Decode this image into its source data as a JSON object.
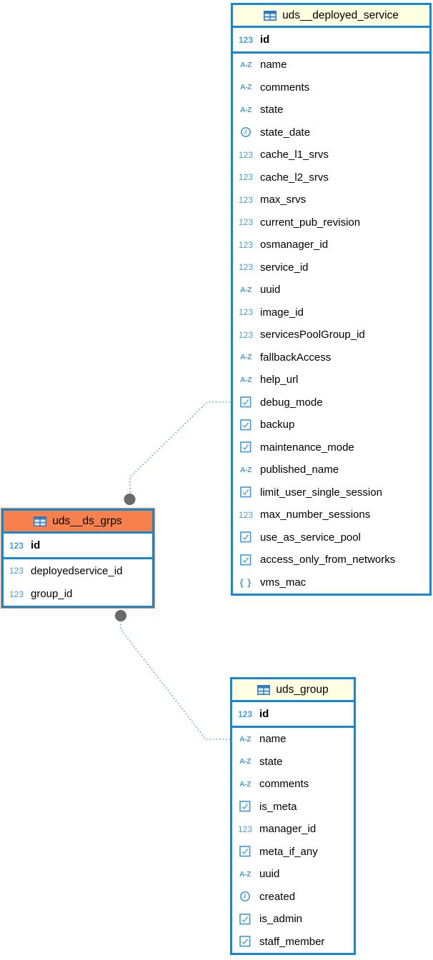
{
  "diagram": {
    "kind": "entity-relationship-diagram",
    "colors": {
      "table_border": "#1787cf",
      "icon_blue": "#4a9ed8",
      "header_yellow": "#ffffe1",
      "selected_header_orange": "#f7804d",
      "connector_line": "#64afe0",
      "anchor_dot": "#6a6a6a"
    }
  },
  "tables": [
    {
      "title": "uds__deployed_service",
      "selected": false,
      "key_columns": [
        {
          "name": "id",
          "type": "number"
        }
      ],
      "columns": [
        {
          "name": "name",
          "type": "text"
        },
        {
          "name": "comments",
          "type": "text"
        },
        {
          "name": "state",
          "type": "text"
        },
        {
          "name": "state_date",
          "type": "datetime"
        },
        {
          "name": "cache_l1_srvs",
          "type": "number"
        },
        {
          "name": "cache_l2_srvs",
          "type": "number"
        },
        {
          "name": "max_srvs",
          "type": "number"
        },
        {
          "name": "current_pub_revision",
          "type": "number"
        },
        {
          "name": "osmanager_id",
          "type": "number"
        },
        {
          "name": "service_id",
          "type": "number"
        },
        {
          "name": "uuid",
          "type": "text"
        },
        {
          "name": "image_id",
          "type": "number"
        },
        {
          "name": "servicesPoolGroup_id",
          "type": "number"
        },
        {
          "name": "fallbackAccess",
          "type": "text"
        },
        {
          "name": "help_url",
          "type": "text"
        },
        {
          "name": "debug_mode",
          "type": "boolean"
        },
        {
          "name": "backup",
          "type": "boolean"
        },
        {
          "name": "maintenance_mode",
          "type": "boolean"
        },
        {
          "name": "published_name",
          "type": "text"
        },
        {
          "name": "limit_user_single_session",
          "type": "boolean"
        },
        {
          "name": "max_number_sessions",
          "type": "number"
        },
        {
          "name": "use_as_service_pool",
          "type": "boolean"
        },
        {
          "name": "access_only_from_networks",
          "type": "boolean"
        },
        {
          "name": "vms_mac",
          "type": "json"
        }
      ]
    },
    {
      "title": "uds__ds_grps",
      "selected": true,
      "key_columns": [
        {
          "name": "id",
          "type": "number"
        }
      ],
      "columns": [
        {
          "name": "deployedservice_id",
          "type": "number"
        },
        {
          "name": "group_id",
          "type": "number"
        }
      ]
    },
    {
      "title": "uds_group",
      "selected": false,
      "key_columns": [
        {
          "name": "id",
          "type": "number"
        }
      ],
      "columns": [
        {
          "name": "name",
          "type": "text"
        },
        {
          "name": "state",
          "type": "text"
        },
        {
          "name": "comments",
          "type": "text"
        },
        {
          "name": "is_meta",
          "type": "boolean"
        },
        {
          "name": "manager_id",
          "type": "number"
        },
        {
          "name": "meta_if_any",
          "type": "boolean"
        },
        {
          "name": "uuid",
          "type": "text"
        },
        {
          "name": "created",
          "type": "datetime"
        },
        {
          "name": "is_admin",
          "type": "boolean"
        },
        {
          "name": "staff_member",
          "type": "boolean"
        }
      ]
    }
  ],
  "relationships": [
    {
      "from": "uds__ds_grps.deployedservice_id",
      "to": "uds__deployed_service.id"
    },
    {
      "from": "uds__ds_grps.group_id",
      "to": "uds_group.id"
    }
  ]
}
